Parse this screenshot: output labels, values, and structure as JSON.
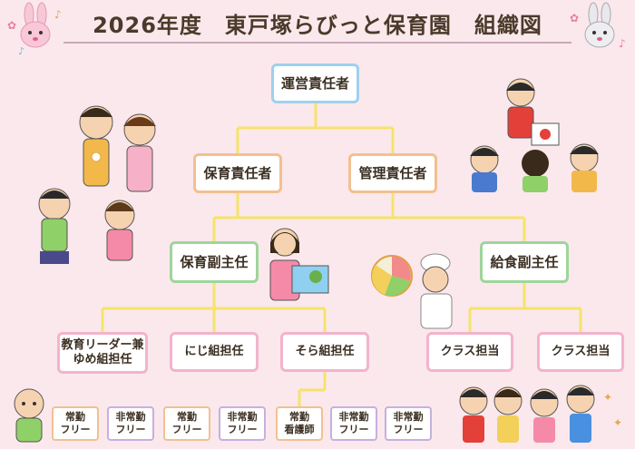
{
  "title": "2026年度　東戸塚らびっと保育園　組織図",
  "nodes": {
    "unei": "運営責任者",
    "hoiku_sekinin": "保育責任者",
    "kanri_sekinin": "管理責任者",
    "hoiku_fukushunin": "保育副主任",
    "kyushoku_fukushunin": "給食副主任",
    "kyoiku_leader_line1": "教育リーダー兼",
    "kyoiku_leader_line2": "ゆめ組担任",
    "niji": "にじ組担任",
    "sora": "そら組担任",
    "class1": "クラス担当",
    "class2": "クラス担当"
  },
  "staff": [
    {
      "line1": "常勤",
      "line2": "フリー",
      "type": "fulltime"
    },
    {
      "line1": "非常勤",
      "line2": "フリー",
      "type": "parttime"
    },
    {
      "line1": "常勤",
      "line2": "フリー",
      "type": "fulltime"
    },
    {
      "line1": "非常勤",
      "line2": "フリー",
      "type": "parttime"
    },
    {
      "line1": "常勤",
      "line2": "看護師",
      "type": "fulltime"
    },
    {
      "line1": "非常勤",
      "line2": "フリー",
      "type": "parttime"
    },
    {
      "line1": "非常勤",
      "line2": "フリー",
      "type": "parttime"
    }
  ],
  "colors": {
    "background": "#fbe8ec",
    "connector": "#f5e36b",
    "border_blue": "#9fd0ee",
    "border_orange": "#f2c090",
    "border_green": "#9fd59b",
    "border_pink": "#f2b4cc",
    "border_purple": "#c5b0e0"
  },
  "icons": [
    "rabbit-left-icon",
    "rabbit-right-icon",
    "music-note-icon",
    "flower-icon"
  ]
}
